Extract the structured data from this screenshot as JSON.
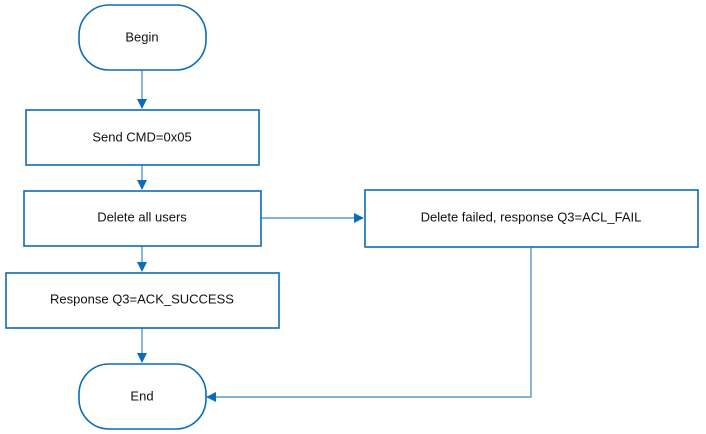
{
  "flowchart": {
    "nodes": {
      "begin": "Begin",
      "send_cmd": "Send CMD=0x05",
      "delete_users": "Delete all users",
      "delete_failed": "Delete failed, response Q3=ACL_FAIL",
      "response_success": "Response Q3=ACK_SUCCESS",
      "end": "End"
    }
  },
  "colors": {
    "node_border": "#0b6cb8",
    "connector": "#3a87c8",
    "text": "#111111"
  }
}
